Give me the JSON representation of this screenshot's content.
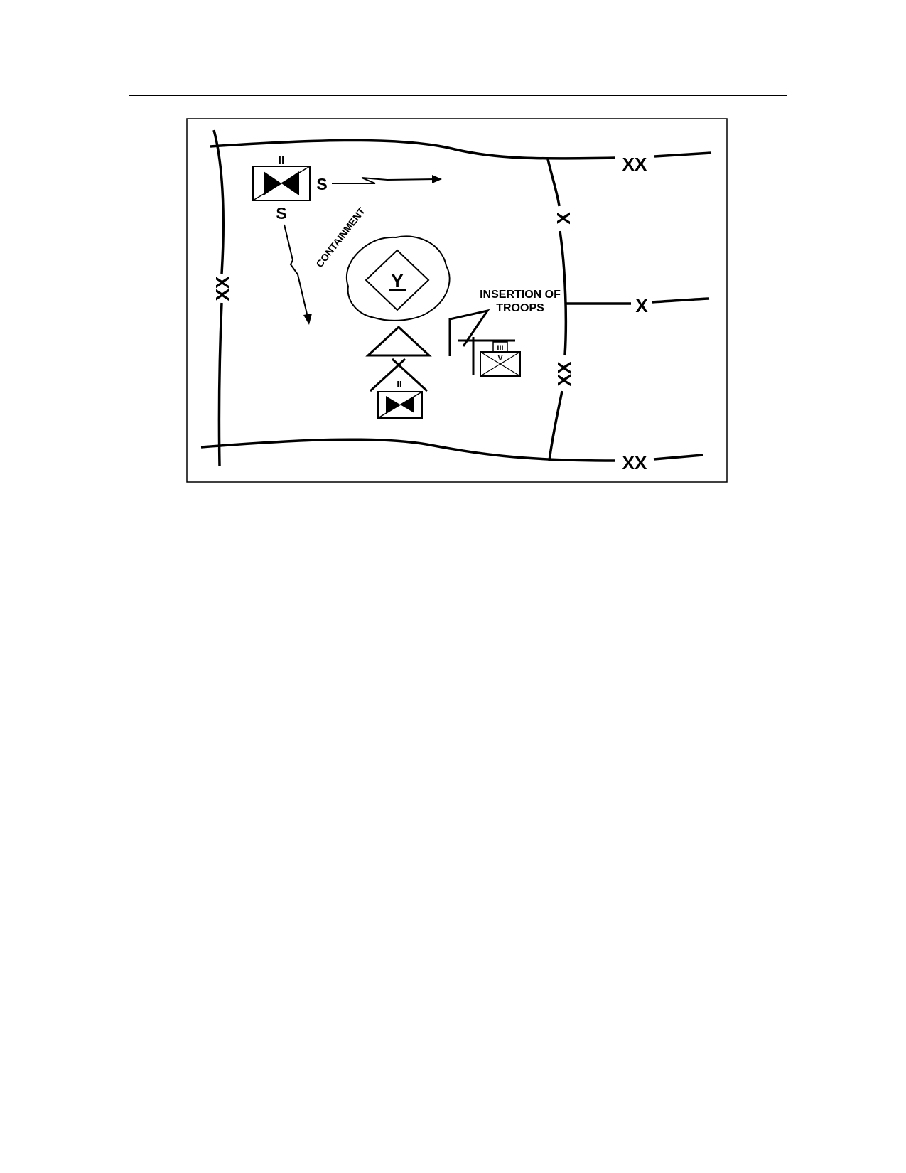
{
  "boundaries": {
    "division_label": "XX",
    "brigade_label": "X"
  },
  "units": {
    "airborne_battalion_echelon": "II",
    "screen_symbol": "S",
    "infantry_regiment_echelon": "III",
    "infantry_regiment_modifier": "V",
    "assault_battalion_echelon": "II"
  },
  "objective": {
    "symbol": "Y"
  },
  "annotations": {
    "containment": "CONTAINMENT",
    "insertion_line1": "INSERTION OF",
    "insertion_line2": "TROOPS"
  },
  "colors": {
    "ink": "#000000",
    "paper": "#ffffff"
  }
}
